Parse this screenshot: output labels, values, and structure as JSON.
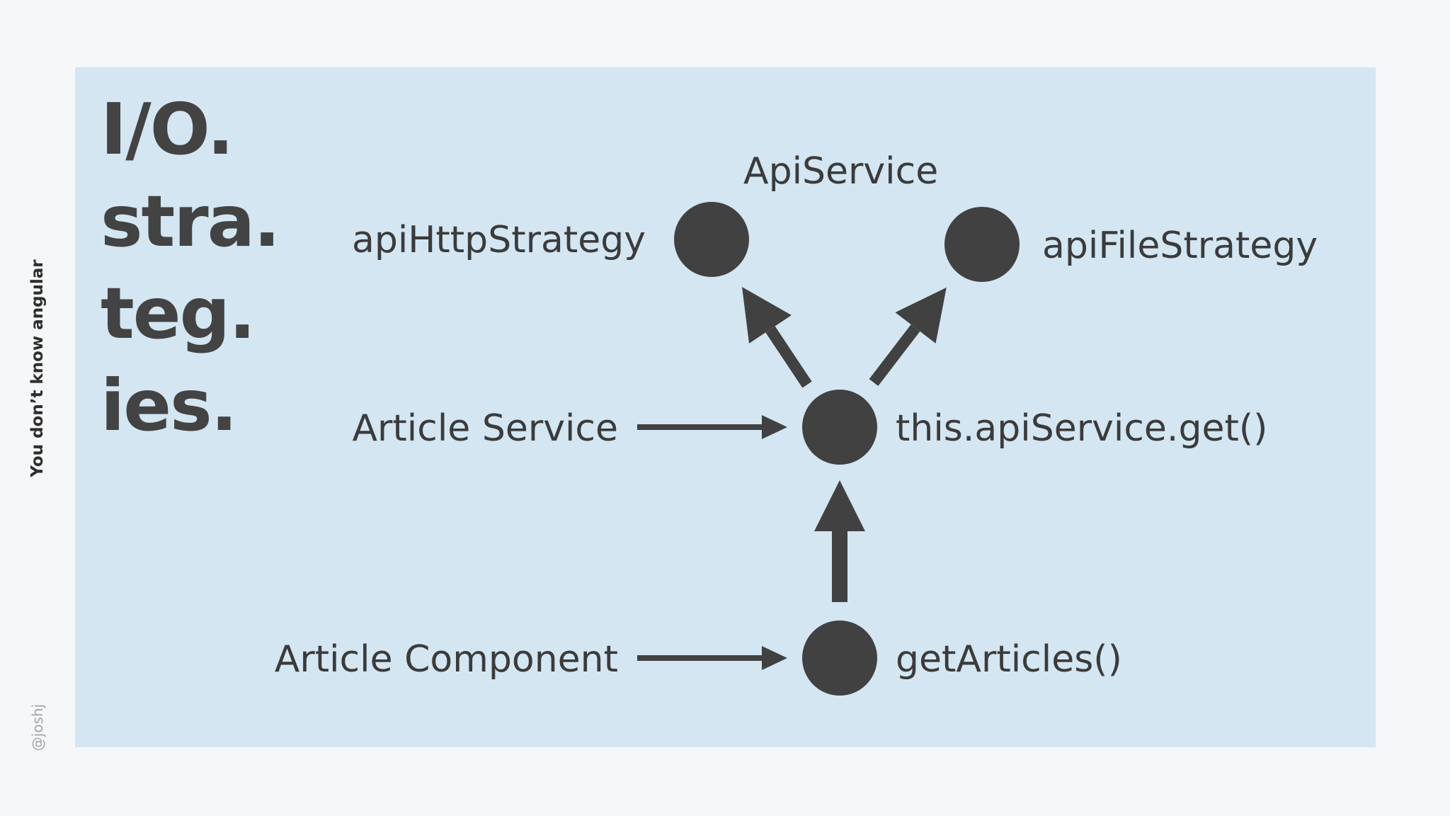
{
  "sidebar": {
    "deck_title": "You don’t know angular",
    "author_handle": "@joshj"
  },
  "title_lines": [
    "I/O.",
    "stra.",
    "teg.",
    "ies."
  ],
  "diagram": {
    "labels": {
      "api_service": "ApiService",
      "api_http_strategy": "apiHttpStrategy",
      "api_file_strategy": "apiFileStrategy",
      "article_service": "Article Service",
      "api_service_get": "this.apiService.get()",
      "article_component": "Article Component",
      "get_articles": "getArticles()"
    },
    "colors": {
      "node": "#414141",
      "arrow": "#414141",
      "panel": "#d3e6f2",
      "page": "#f6f7f8"
    }
  }
}
